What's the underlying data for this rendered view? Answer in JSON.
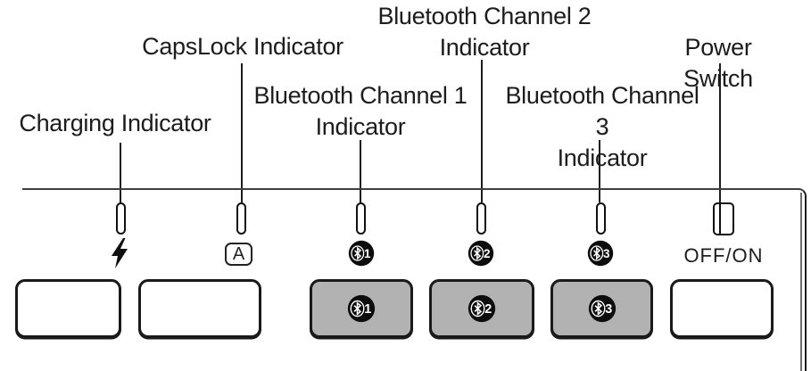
{
  "title": "Keyboard Indicators and Power Switch Diagram",
  "labels": {
    "charging": "Charging Indicator",
    "capslock": "CapsLock Indicator",
    "bt1": "Bluetooth Channel 1\nIndicator",
    "bt2": "Bluetooth Channel 2\nIndicator",
    "bt3": "Bluetooth Channel 3\nIndicator",
    "power": "Power Switch"
  },
  "icons": {
    "charging": "lightning-bolt-icon",
    "capslock_letter": "A",
    "bluetooth": "bluetooth-badge-icon",
    "power_switch_label": "OFF/ON"
  },
  "bluetooth_channels": [
    "1",
    "2",
    "3"
  ],
  "colors": {
    "line": "#1c1c1c",
    "key_active_fill": "#b2b2b2",
    "key_inactive_fill": "#ffffff",
    "badge_fill": "#0d0d0d",
    "badge_glyph": "#ffffff",
    "background": "#ffffff"
  }
}
